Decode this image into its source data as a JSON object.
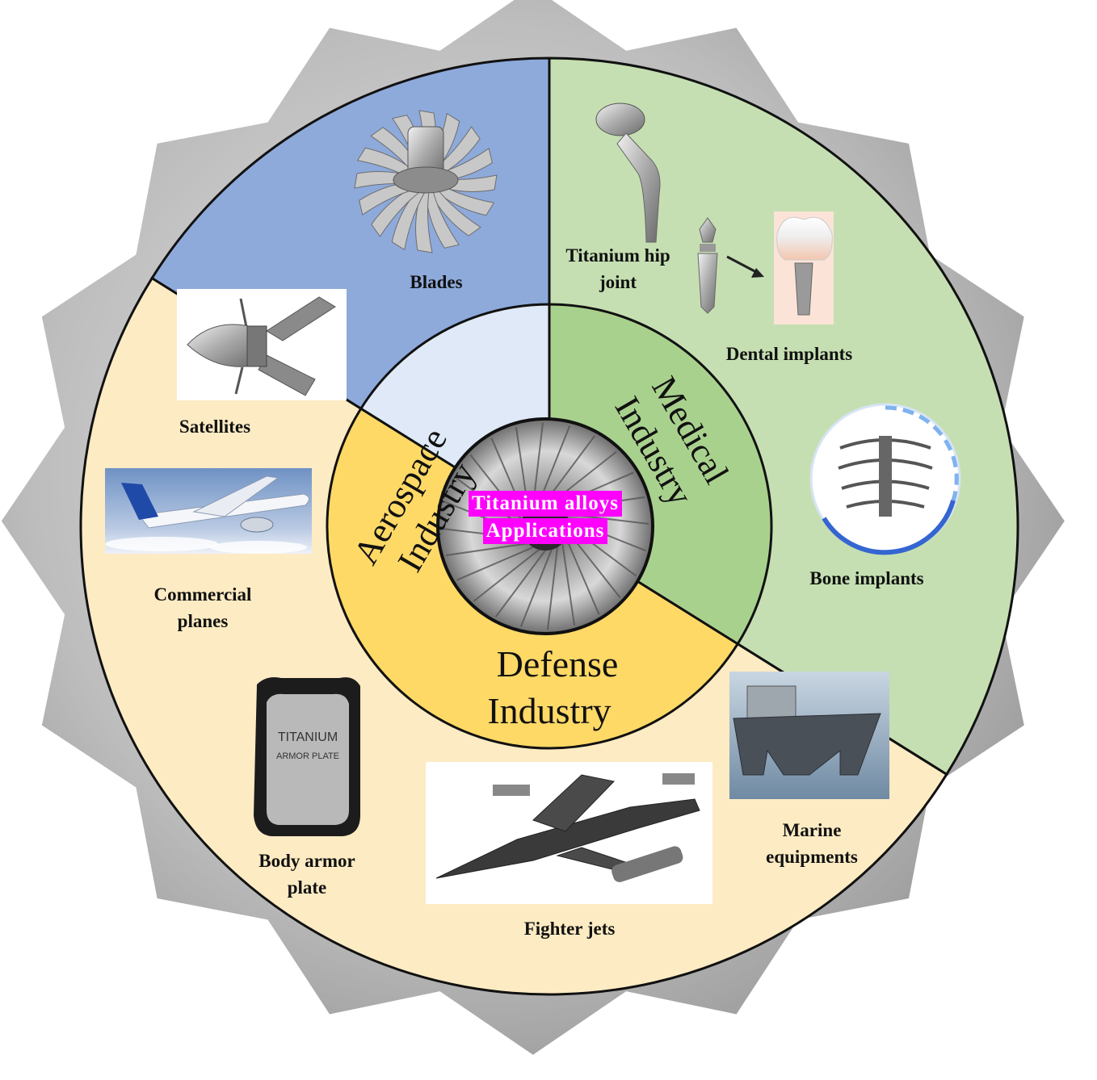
{
  "center": {
    "line1": "Titanium alloys",
    "line2": "Applications",
    "highlight_color": "#ff00ff"
  },
  "sectors": {
    "aerospace": {
      "line1": "Aerospace",
      "line2": "Industry",
      "outer_color": "#8eaadb",
      "inner_color": "#dfe9f7",
      "items": {
        "blades": "Blades",
        "satellites": "Satellites",
        "planes_1": "Commercial",
        "planes_2": "planes"
      }
    },
    "medical": {
      "line1": "Medical",
      "line2": "Industry",
      "outer_color": "#c5dfb2",
      "inner_color": "#a9d18e",
      "items": {
        "hip_1": "Titanium hip",
        "hip_2": "joint",
        "dental": "Dental implants",
        "bone": "Bone implants"
      }
    },
    "defense": {
      "line1": "Defense",
      "line2": "Industry",
      "outer_color": "#fdebc3",
      "inner_color": "#ffd966",
      "items": {
        "armor_1": "Body armor",
        "armor_2": "plate",
        "jets": "Fighter jets",
        "marine_1": "Marine",
        "marine_2": "equipments"
      }
    }
  },
  "gear_color": "#9a9a9a",
  "icons": [
    "turbine-blades-icon",
    "satellite-icon",
    "airplane-icon",
    "hip-joint-icon",
    "dental-implant-icon",
    "arrow-icon",
    "tooth-icon",
    "ribcage-icon",
    "armor-plate-icon",
    "fighter-jet-icon",
    "ship-icon",
    "turbine-core-icon"
  ]
}
